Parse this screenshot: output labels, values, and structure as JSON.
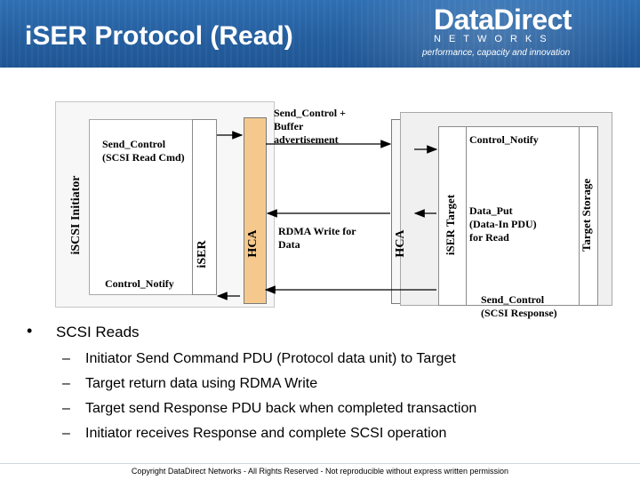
{
  "header": {
    "title": "iSER Protocol (Read)",
    "logo_main": "DataDirect",
    "logo_networks": "NETWORKS",
    "logo_tagline": "performance, capacity and innovation",
    "colors": {
      "band": "#255f9f",
      "hca_fill": "#f5c98e"
    }
  },
  "diagram": {
    "left_outer_label": "iSCSI Initiator",
    "left_iser_label": "iSER",
    "left_hca_label": "HCA",
    "right_hca_label": "HCA",
    "right_iser_label": "iSER Target",
    "right_target_label": "Target Storage",
    "msg_send_control_cmd": [
      "Send_Control",
      "(SCSI Read Cmd)"
    ],
    "msg_buffer_ad": [
      "Send_Control +",
      "Buffer",
      "advertisement"
    ],
    "msg_control_notify_top": "Control_Notify",
    "msg_rdma_write": [
      "RDMA Write for",
      "Data"
    ],
    "msg_data_put": [
      "Data_Put",
      "(Data-In PDU)",
      "for Read"
    ],
    "msg_control_notify_bottom": "Control_Notify",
    "msg_send_control_resp": [
      "Send_Control",
      "(SCSI Response)"
    ]
  },
  "bullets": {
    "main": "SCSI Reads",
    "items": [
      "Initiator Send Command PDU (Protocol data unit) to Target",
      "Target return data using RDMA Write",
      "Target send Response PDU back when completed transaction",
      "Initiator receives Response and complete SCSI operation"
    ]
  },
  "footer": {
    "copyright": "Copyright DataDirect Networks - All Rights Reserved - Not reproducible without express written permission"
  }
}
